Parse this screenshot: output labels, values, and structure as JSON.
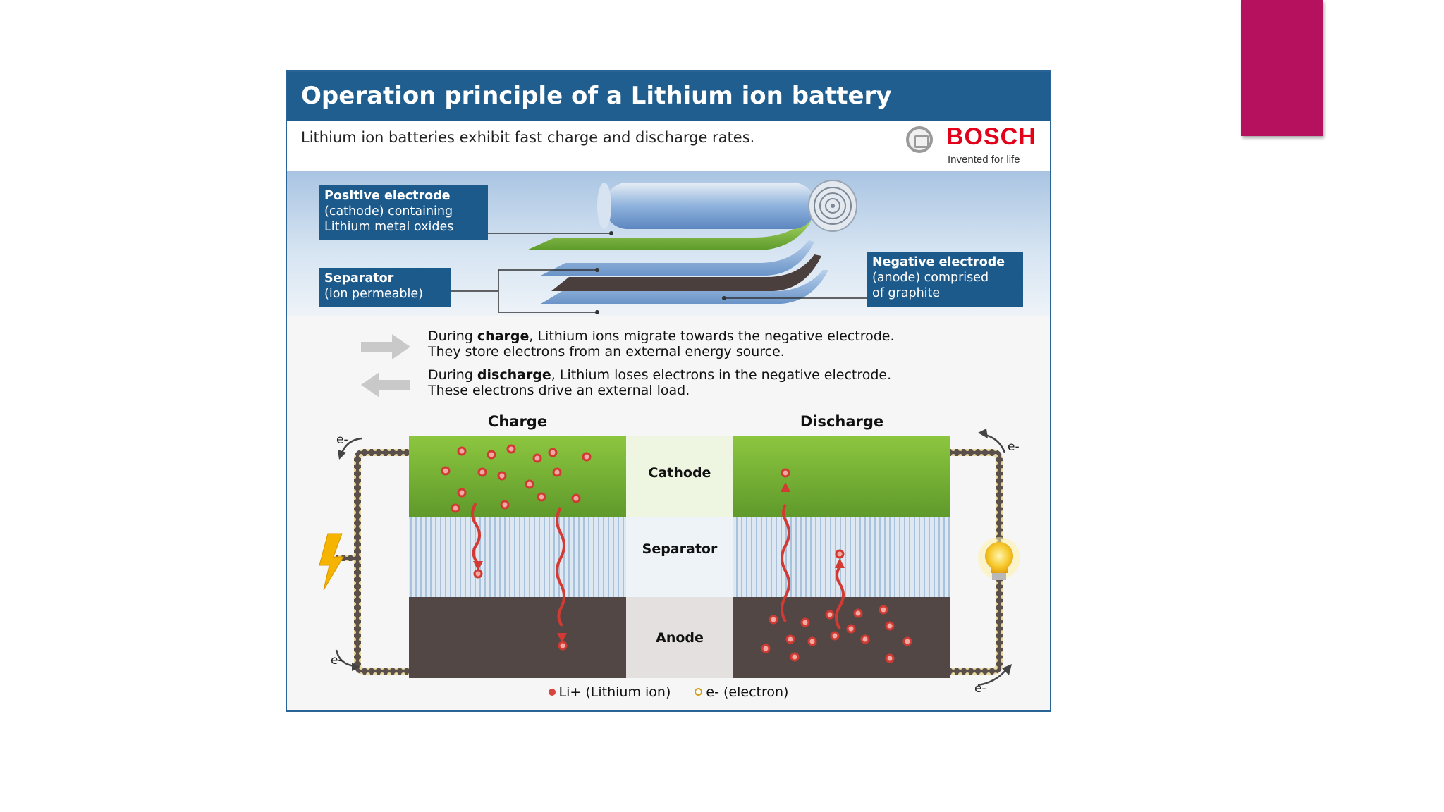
{
  "title": "Operation principle of a Lithium ion battery",
  "subtitle": "Lithium ion batteries exhibit fast charge and discharge rates.",
  "brand": {
    "name": "BOSCH",
    "tagline": "Invented for life"
  },
  "labels": {
    "cathode": {
      "title": "Positive electrode",
      "body": "(cathode) containing\nLithium metal oxides"
    },
    "separator": {
      "title": "Separator",
      "body": "(ion permeable)"
    },
    "anode": {
      "title": "Negative electrode",
      "body": "(anode) comprised\nof graphite"
    }
  },
  "info": {
    "charge": {
      "pre": "During ",
      "keyword": "charge",
      "post": ", Lithium ions migrate towards the negative electrode.",
      "line2": "They store electrons from an external energy source."
    },
    "discharge": {
      "pre": "During ",
      "keyword": "discharge",
      "post": ", Lithium loses electrons in the negative electrode.",
      "line2": "These electrons drive an external load."
    }
  },
  "panels": {
    "charge": "Charge",
    "discharge": "Discharge"
  },
  "layers": {
    "cathode": "Cathode",
    "separator": "Separator",
    "anode": "Anode"
  },
  "electron_symbol": "e-",
  "legend": {
    "lithium_ion": "Li+ (Lithium ion)",
    "electron": "e- (electron)"
  },
  "colors": {
    "title_bar": "#1F5E8E",
    "accent": "#B5115F",
    "cathode_green": "#7DB83A",
    "anode_brown": "#534745",
    "separator_blue": "#C8D9EA",
    "ion_red": "#D9443C",
    "electron_gold": "#D4A017",
    "brand_red": "#E2001A"
  },
  "icons": [
    "arrow-right-icon",
    "arrow-left-icon",
    "lightning-icon",
    "lightbulb-icon",
    "bosch-logo-icon"
  ]
}
